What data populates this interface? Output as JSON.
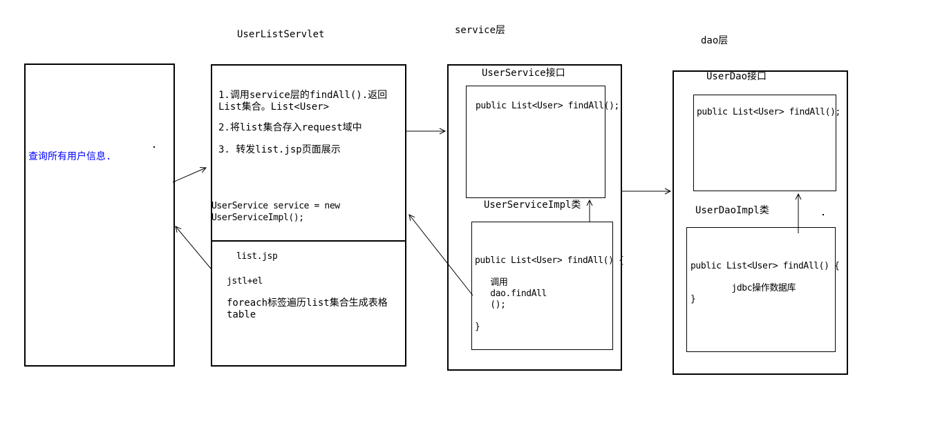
{
  "layer_labels": {
    "servlet": "UserListServlet",
    "service": "service层",
    "dao": "dao层"
  },
  "request_box": {
    "text": "查询所有用户信息."
  },
  "servlet_box": {
    "steps": [
      "1.调用service层的findAll().返回List集合。List<User>",
      "2.将list集合存入request域中",
      "3. 转发list.jsp页面展示"
    ],
    "code": "UserService service = new UserServiceImpl();",
    "jsp_section": {
      "title": "list.jsp",
      "tech": "jstl+el",
      "note": "foreach标签遍历list集合生成表格table"
    }
  },
  "service_box": {
    "interface_label": "UserService接口",
    "interface_method": "public List<User> findAll();",
    "impl_label": "UserServiceImpl类",
    "impl_code": "public List<User> findAll() {\n\n   调用\n   dao.findAll\n   ();\n\n}"
  },
  "dao_box": {
    "interface_label": "UserDao接口",
    "interface_method": "public List<User> findAll();",
    "impl_label": "UserDaoImpl类",
    "impl_code": "public List<User> findAll() {\n\n        jdbc操作数据库\n}"
  },
  "colors": {
    "line": "#000000",
    "text": "#000000",
    "highlight": "#0000ff",
    "background": "#ffffff"
  }
}
